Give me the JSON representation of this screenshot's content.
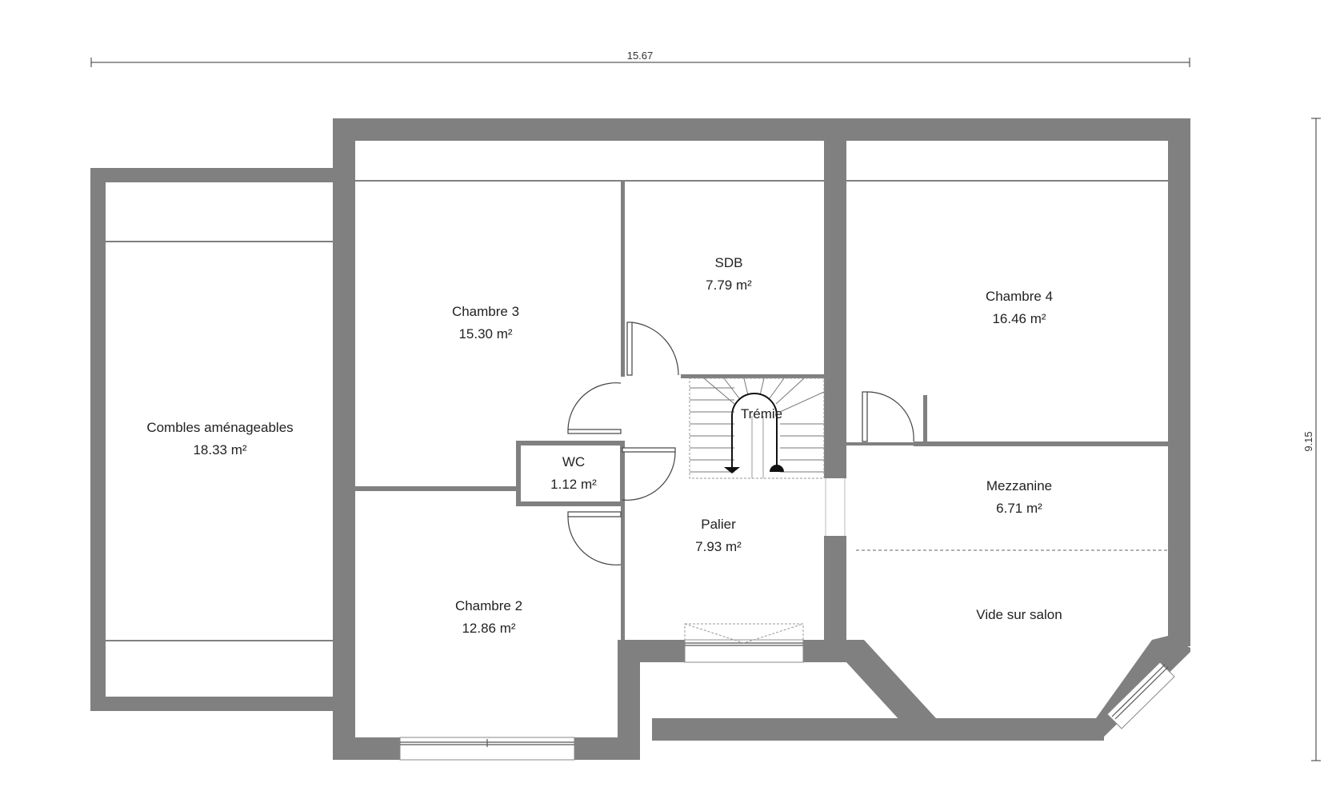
{
  "dimensions": {
    "width": "15.67",
    "height": "9.15"
  },
  "rooms": [
    {
      "name": "Combles aménageables",
      "area": "18.33 m²"
    },
    {
      "name": "Chambre 3",
      "area": "15.30 m²"
    },
    {
      "name": "SDB",
      "area": "7.79 m²"
    },
    {
      "name": "Chambre 4",
      "area": "16.46 m²"
    },
    {
      "name": "WC",
      "area": "1.12 m²"
    },
    {
      "name": "Mezzanine",
      "area": "6.71 m²"
    },
    {
      "name": "Palier",
      "area": "7.93 m²"
    },
    {
      "name": "Chambre 2",
      "area": "12.86 m²"
    },
    {
      "name": "Vide sur salon"
    },
    {
      "name": "Trémie"
    }
  ]
}
